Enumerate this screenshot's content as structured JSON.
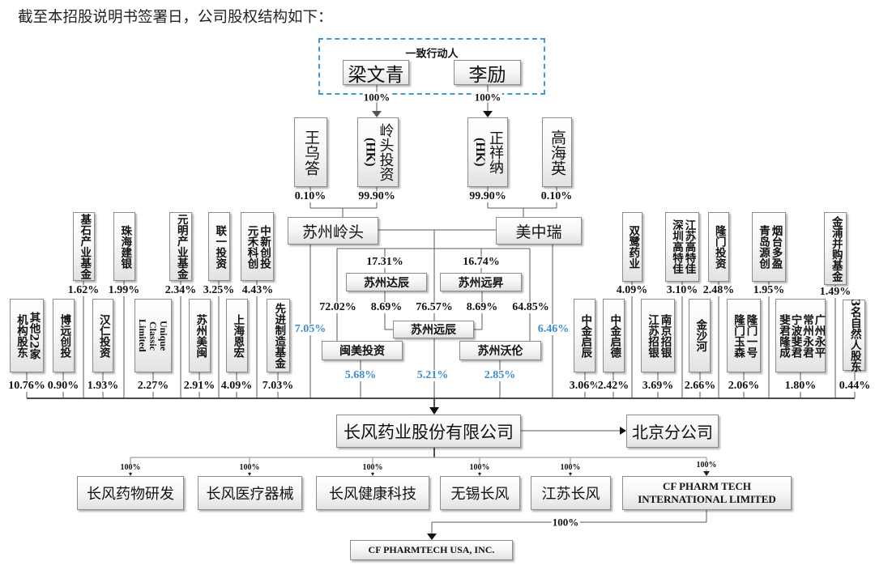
{
  "heading": "截至本招股说明书签署日，公司股权结构如下：",
  "colors": {
    "concert_border": "#3b9bd8",
    "highlight_pct": "#3b8dcc",
    "line": "#5a5a5a"
  },
  "concert_group": {
    "label": "一致行动人",
    "members": [
      {
        "name": "梁文青",
        "pct": "100%"
      },
      {
        "name": "李励",
        "pct": "100%"
      }
    ]
  },
  "second_tier": [
    {
      "lines": [
        "王乌答"
      ],
      "pct": "0.10%"
    },
    {
      "lines": [
        "岭头投资",
        "(HK)"
      ],
      "pct": "99.90%"
    },
    {
      "lines": [
        "正祥纳",
        "(HK)"
      ],
      "pct": "99.90%"
    },
    {
      "lines": [
        "高海英"
      ],
      "pct": "0.10%"
    }
  ],
  "platforms": [
    {
      "name": "苏州岭头",
      "direct_pct": "7.05%"
    },
    {
      "name": "美中瑞",
      "direct_pct": "6.46%"
    }
  ],
  "gp_entities": [
    {
      "name": "苏州达辰",
      "pct_from_gp": "17.31%",
      "pct_to_yuanchen": "8.69%"
    },
    {
      "name": "苏州远昇",
      "pct_from_gp": "16.74%",
      "pct_to_yuanchen": "8.69%"
    }
  ],
  "holding_entities": [
    {
      "name": "闽美投资",
      "pct_from_gp": "72.02%",
      "pct_in_company": "5.68%"
    },
    {
      "name": "苏州远辰",
      "pct_from_gp": "76.57%",
      "pct_in_company": "5.21%"
    },
    {
      "name": "苏州沃伦",
      "pct_from_gp": "64.85%",
      "pct_in_company": "2.85%"
    }
  ],
  "left_top": [
    {
      "lines": [
        "基石产业基金"
      ],
      "pct": "1.62%"
    },
    {
      "lines": [
        "珠海建银"
      ],
      "pct": "1.99%"
    },
    {
      "lines": [
        "元明产业基金"
      ],
      "pct": "2.34%"
    },
    {
      "lines": [
        "联一投资"
      ],
      "pct": "3.25%"
    },
    {
      "lines": [
        "中新创投",
        "元禾科创"
      ],
      "pct": "4.43%"
    }
  ],
  "left_bottom": [
    {
      "lines": [
        "其他22家",
        "机构股东"
      ],
      "pct": "10.76%"
    },
    {
      "lines": [
        "博远创投"
      ],
      "pct": "0.90%"
    },
    {
      "lines": [
        "汉仁投资"
      ],
      "pct": "1.93%"
    },
    {
      "lines": [
        "Unique",
        "Classic",
        "Limited"
      ],
      "pct": "2.27%"
    },
    {
      "lines": [
        "苏州美闽"
      ],
      "pct": "2.91%"
    },
    {
      "lines": [
        "上海恩宏"
      ],
      "pct": "4.09%"
    },
    {
      "lines": [
        "先进制造基金"
      ],
      "pct": "7.03%"
    }
  ],
  "right_top": [
    {
      "lines": [
        "双鹭药业"
      ],
      "pct": "4.09%"
    },
    {
      "lines": [
        "江苏高特佳",
        "深圳高特佳"
      ],
      "pct": "3.10%"
    },
    {
      "lines": [
        "隆门投资"
      ],
      "pct": "2.48%"
    },
    {
      "lines": [
        "烟台多盈",
        "青岛源创"
      ],
      "pct": "1.95%"
    },
    {
      "lines": [
        "金浦并购基金"
      ],
      "pct": "1.49%"
    }
  ],
  "right_bottom": [
    {
      "lines": [
        "中金启辰"
      ],
      "pct": "3.06%"
    },
    {
      "lines": [
        "中金启德"
      ],
      "pct": "2.42%"
    },
    {
      "lines": [
        "南京招银",
        "江苏招银"
      ],
      "pct": "3.69%"
    },
    {
      "lines": [
        "金沙河"
      ],
      "pct": "2.66%"
    },
    {
      "lines": [
        "隆门一号",
        "隆门玉森"
      ],
      "pct": "2.06%"
    },
    {
      "lines": [
        "广州永平",
        "常州永君",
        "宁波斐君",
        "斐君隆成"
      ],
      "pct": "1.80%"
    },
    {
      "lines": [
        "3名自然人股东"
      ],
      "pct": "0.44%"
    }
  ],
  "company": {
    "name": "长风药业股份有限公司"
  },
  "branch": {
    "name": "北京分公司"
  },
  "subsidiaries": [
    {
      "lines": [
        "长风药物研发"
      ],
      "pct": "100%"
    },
    {
      "lines": [
        "长风医疗器械"
      ],
      "pct": "100%"
    },
    {
      "lines": [
        "长风健康科技"
      ],
      "pct": "100%"
    },
    {
      "lines": [
        "无锡长风"
      ],
      "pct": "100%"
    },
    {
      "lines": [
        "江苏长风"
      ],
      "pct": "100%"
    },
    {
      "lines": [
        "CF PHARM TECH",
        "INTERNATIONAL LIMITED"
      ],
      "pct": "100%"
    }
  ],
  "overseas_subsidiary": {
    "name": "CF PHARMTECH USA, INC.",
    "pct": "100%"
  }
}
